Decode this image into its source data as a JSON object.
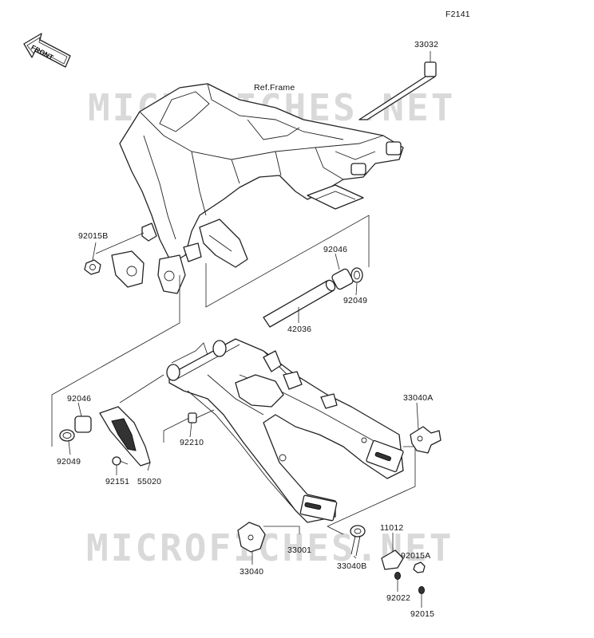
{
  "figure_code": "F2141",
  "front_badge": "FRONT",
  "ref_frame": "Ref.Frame",
  "watermark": "MICROFICHES.NET",
  "parts": {
    "p33032": "33032",
    "p92015B": "92015B",
    "p92046_top": "92046",
    "p92049_top": "92049",
    "p42036": "42036",
    "p33040A": "33040A",
    "p92046_left": "92046",
    "p92049_left": "92049",
    "p92210": "92210",
    "p92151": "92151",
    "p55020": "55020",
    "p11012": "11012",
    "p92015A": "92015A",
    "p33001": "33001",
    "p33040": "33040",
    "p33040B": "33040B",
    "p92022": "92022",
    "p92015": "92015"
  }
}
